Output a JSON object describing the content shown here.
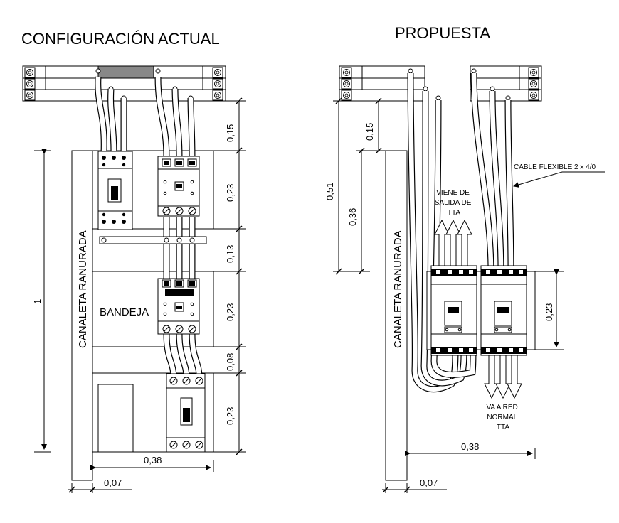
{
  "left": {
    "title": "CONFIGURACIÓN ACTUAL",
    "channel_label": "CANALETA RANURADA",
    "tray_label": "BANDEJA",
    "dim_vertical_total": "1",
    "dims_right": [
      "0,15",
      "0,23",
      "0,13",
      "0,23",
      "0,08",
      "0,23"
    ],
    "dim_width": "0,38",
    "dim_channel": "0,07"
  },
  "right": {
    "title": "PROPUESTA",
    "channel_label": "CANALETA RANURADA",
    "dims_left": [
      "0,51",
      "0,15",
      "0,36"
    ],
    "dim_breaker": "0,23",
    "dim_width": "0,38",
    "dim_channel": "0,07",
    "note_incoming": [
      "VIENE DE",
      "SALIDA DE",
      "TTA"
    ],
    "note_outgoing": [
      "VA A RED",
      "NORMAL",
      "TTA"
    ],
    "cable_note": "CABLE FLEXIBLE 2 x 4/0"
  }
}
